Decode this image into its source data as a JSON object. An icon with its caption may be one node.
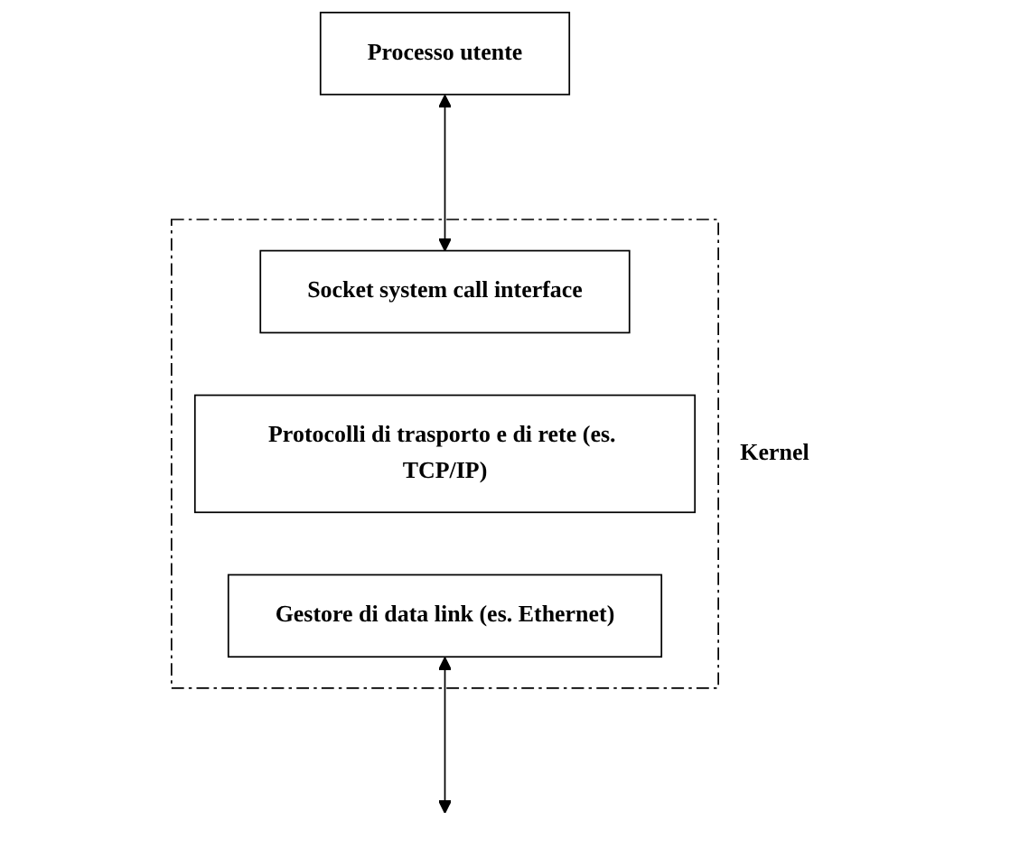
{
  "diagram": {
    "nodes": [
      {
        "text": [
          "Processo utente"
        ]
      },
      {
        "text": [
          "Kernel"
        ]
      },
      {
        "text": [
          "Socket system call interface"
        ],
        "in": 1
      },
      {
        "text": [
          "Protocolli di trasporto e di rete (es. TCP/IP)"
        ],
        "in": 1
      },
      {
        "text": [
          "Gestore di data link (es. Ethernet)"
        ],
        "in": 1
      }
    ],
    "edges": [
      {
        "from": 0,
        "to": 2,
        "arrow": "both"
      },
      {
        "from": 4,
        "to": null,
        "arrow": "both"
      }
    ]
  }
}
